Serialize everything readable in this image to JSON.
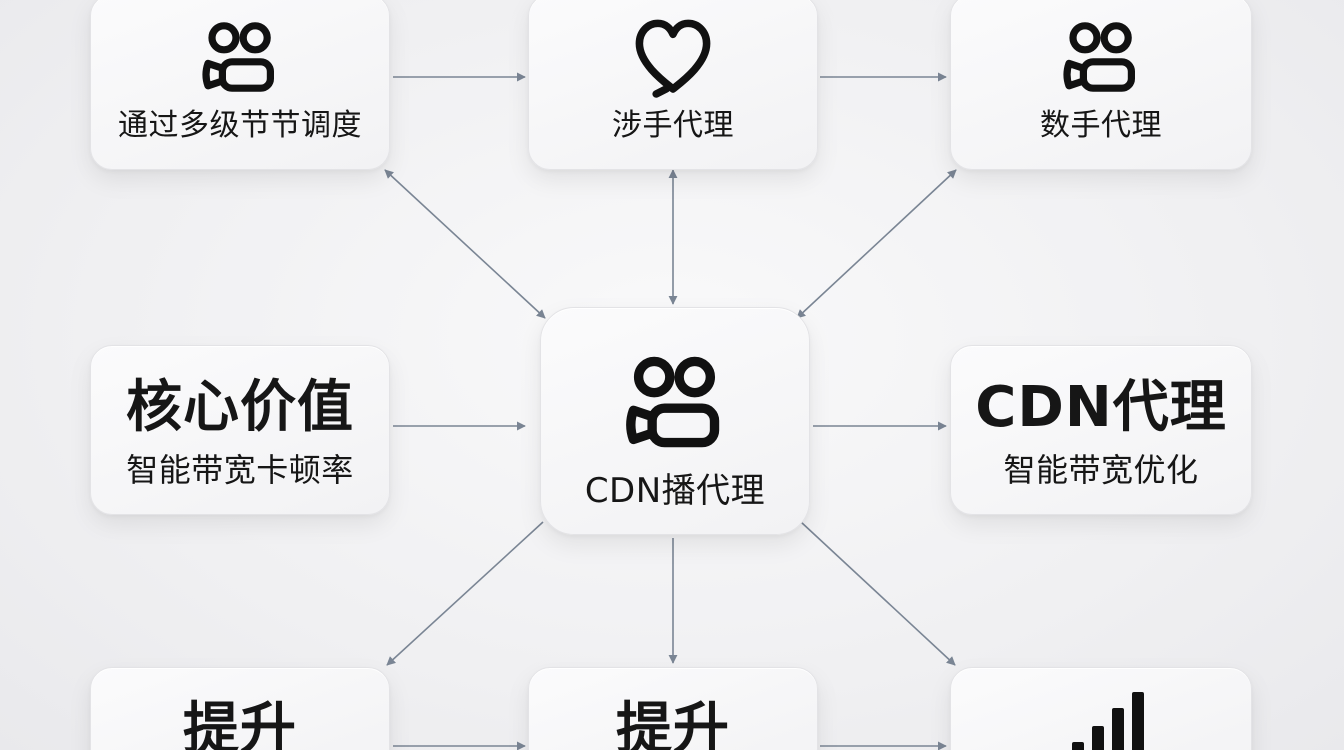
{
  "nodes": {
    "top_left": {
      "label": "通过多级节节调度",
      "icon": "camera-people-icon"
    },
    "top_mid": {
      "label": "涉手代理",
      "icon": "heart-icon"
    },
    "top_right": {
      "label": "数手代理",
      "icon": "camera-people-icon"
    },
    "mid_left": {
      "title": "核心价值",
      "subtitle": "智能带宽卡顿率"
    },
    "center": {
      "label": "CDN播代理",
      "icon": "camera-people-icon"
    },
    "mid_right": {
      "title": "CDN代理",
      "subtitle": "智能带宽优化"
    },
    "bot_left": {
      "title": "提升"
    },
    "bot_mid": {
      "title": "提升"
    },
    "bot_right": {
      "icon": "signal-bars-icon"
    }
  },
  "colors": {
    "background": "#f2f2f4",
    "card": "#f7f7f8",
    "arrow": "#7a8594",
    "text": "#161616"
  }
}
